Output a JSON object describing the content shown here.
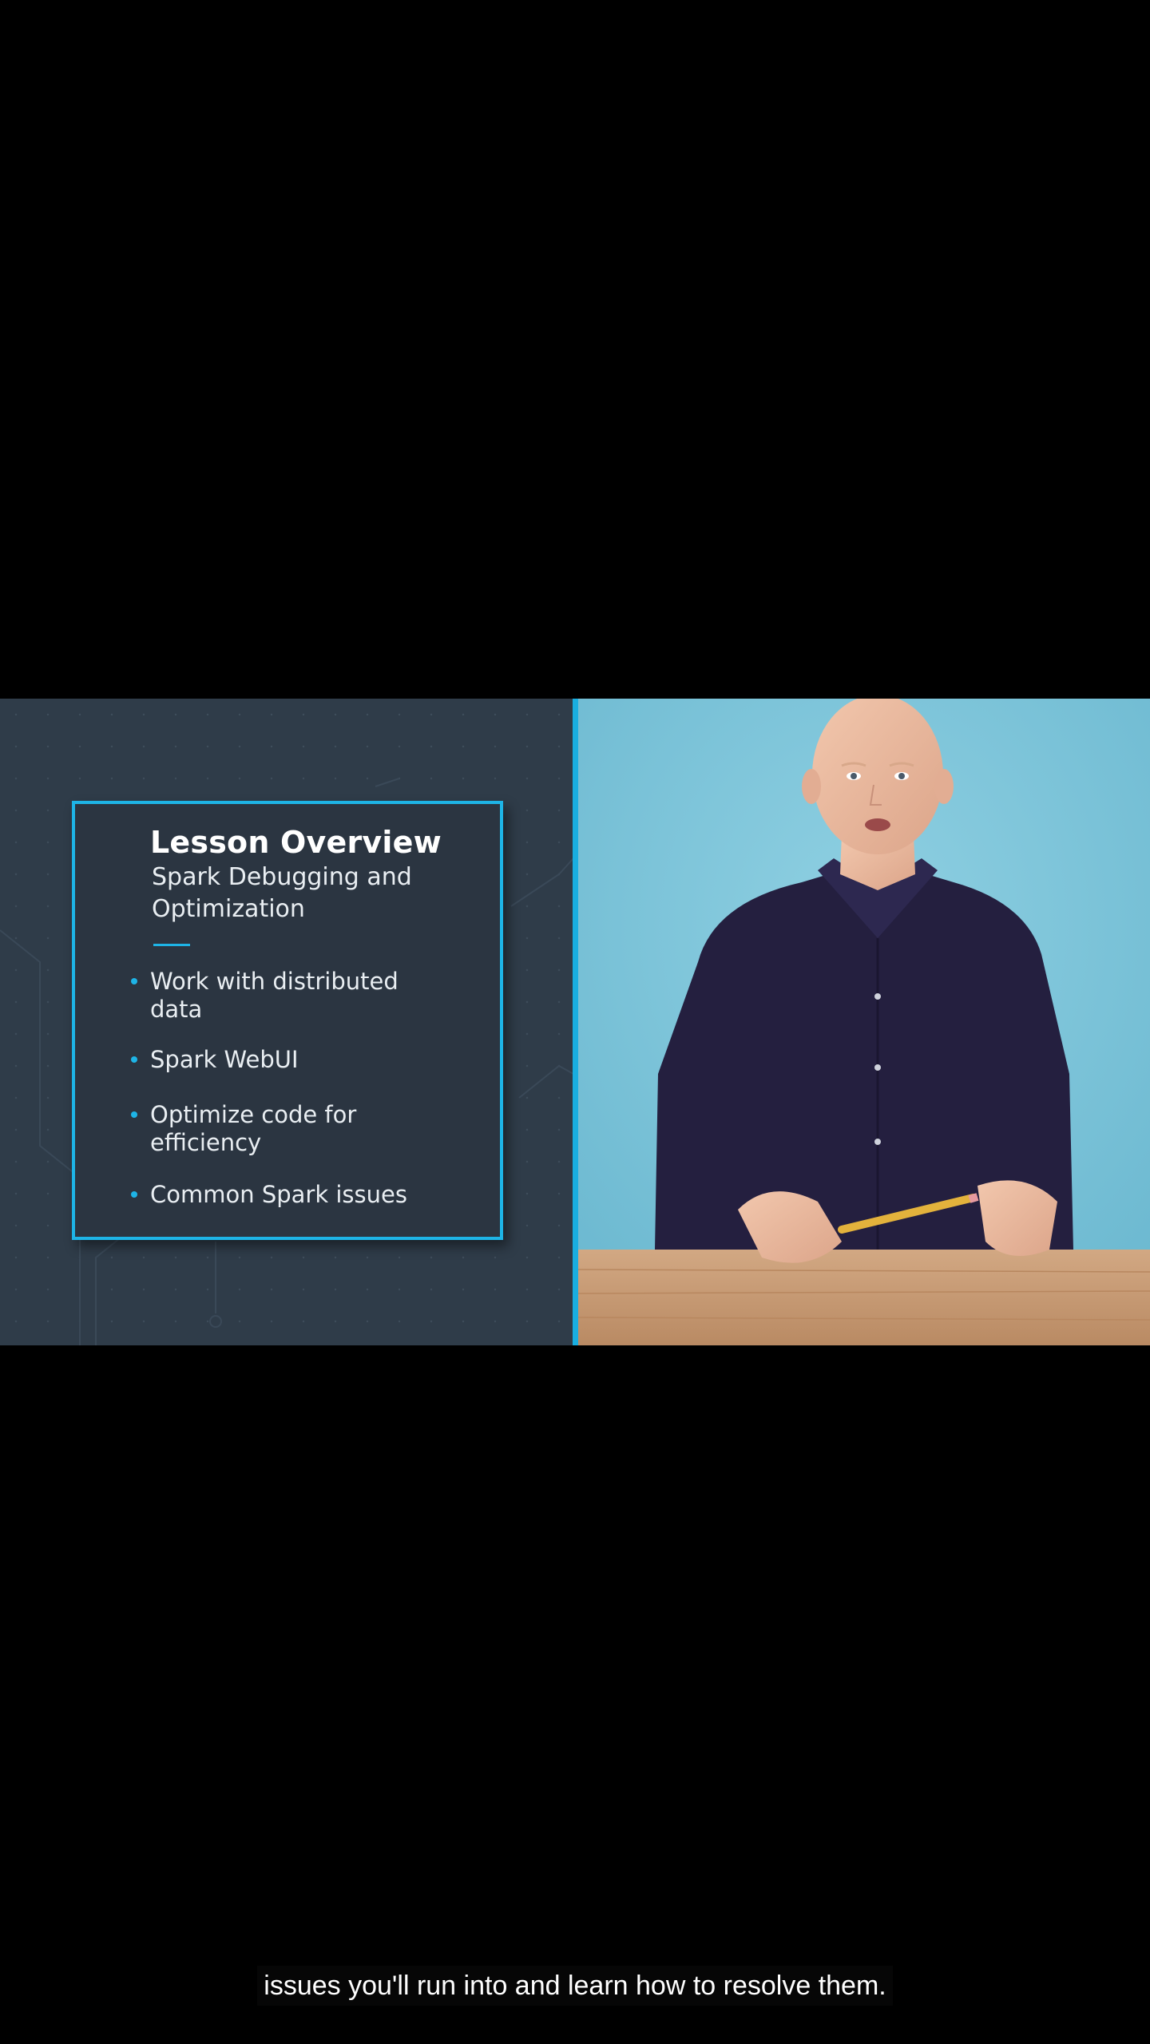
{
  "slide": {
    "title": "Lesson Overview",
    "subtitle": "Spark Debugging and Optimization",
    "bullets": [
      "Work with distributed data",
      "Spark WebUI",
      "Optimize code for efficiency",
      "Common Spark issues"
    ]
  },
  "caption": {
    "text": "issues you'll run into and learn how to resolve them."
  },
  "colors": {
    "background": "#000000",
    "slide_background": "#2f3c49",
    "card_background": "#2b3541",
    "accent": "#1eb4e6",
    "studio_backdrop": "#7cc3d8",
    "desk": "#c79a73"
  }
}
